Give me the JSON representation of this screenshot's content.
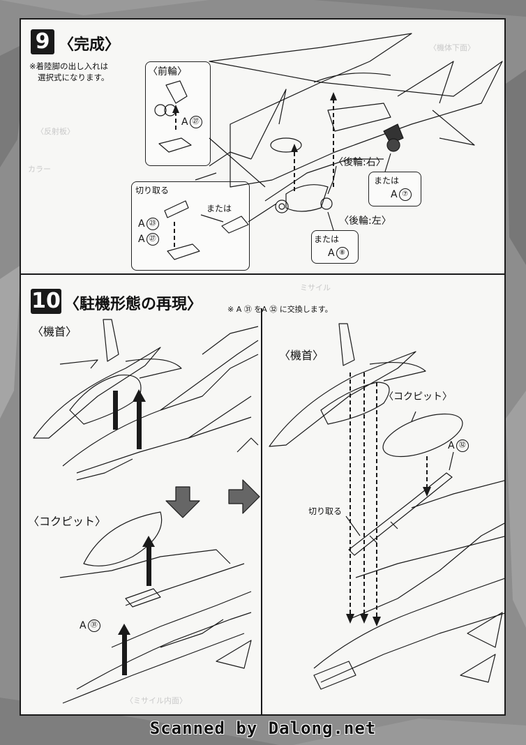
{
  "step9": {
    "number": "9",
    "title": "〈完成〉",
    "note_line1": "※着陸脚の出し入れは",
    "note_line2": "選択式になります。",
    "front_wheel": "〈前輪〉",
    "a27_label": "A",
    "a27_num": "㉗",
    "cut_label": "切り取る",
    "a23_label": "A",
    "a23_num": "㉓",
    "a27b_label": "A",
    "a27b_num": "㉗",
    "or_label": "または",
    "rear_right": "〈後輪:右〉",
    "rear_left": "〈後輪:左〉",
    "or_a7_text": "または",
    "a7_label": "A",
    "a7_num": "⑦",
    "or_a8_text": "または",
    "a8_label": "A",
    "a8_num": "⑧"
  },
  "step10": {
    "number": "10",
    "title": "〈駐機形態の再現〉",
    "note": "※ A ㉛ をA ㉜ に交換します。",
    "nose_left": "〈機首〉",
    "cockpit_left": "〈コクピット〉",
    "a31_label": "A",
    "a31_num": "㉛",
    "nose_right": "〈機首〉",
    "cockpit_right": "〈コクピット〉",
    "a32_label": "A",
    "a32_num": "㉜",
    "cut_label": "切り取る"
  },
  "background_text": {
    "g1": "〈機体下面〉",
    "g2": "〈反射板〉",
    "g3": "カラー",
    "g4": "ミサイル",
    "g5": "〈ミサイル内面〉"
  },
  "footer": "Scanned by Dalong.net",
  "colors": {
    "ink": "#1a1a1a",
    "paper": "#f7f7f5",
    "background": "#8f8f8f"
  }
}
